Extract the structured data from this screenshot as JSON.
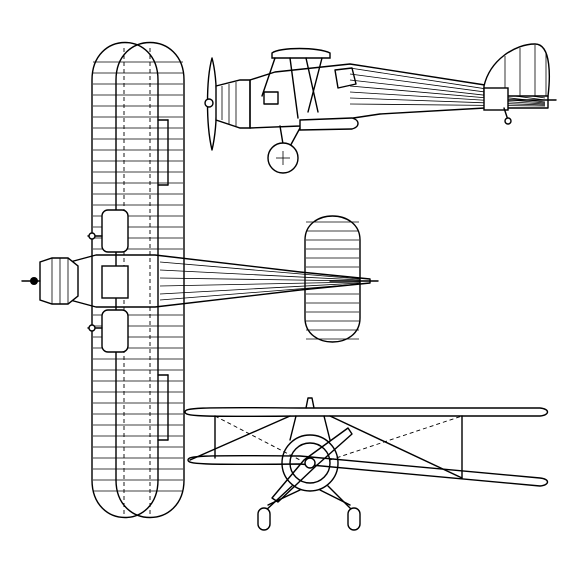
{
  "drawing": {
    "colors": {
      "ink": "#000000",
      "paper": "#ffffff"
    },
    "views": [
      "side-view",
      "top-view",
      "front-view"
    ]
  }
}
